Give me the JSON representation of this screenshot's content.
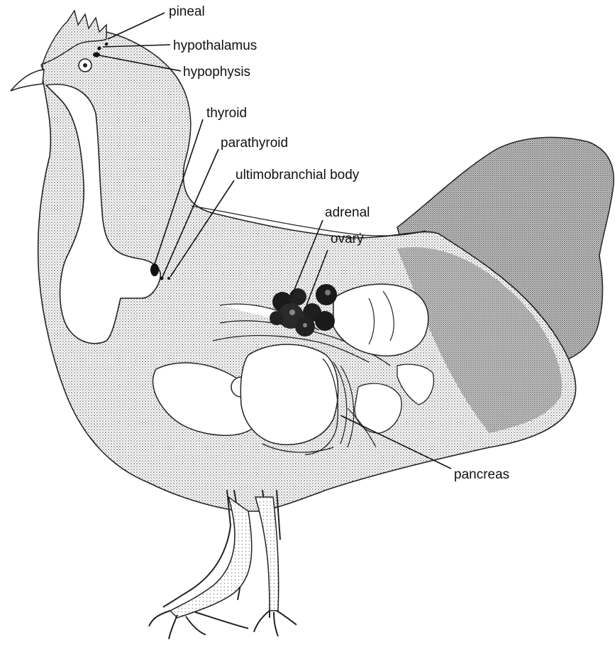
{
  "labels": {
    "pineal": "pineal",
    "hypothalamus": "hypothalamus",
    "hypophysis": "hypophysis",
    "thyroid": "thyroid",
    "parathyroid": "parathyroid",
    "ultimobranchial_body": "ultimobranchial body",
    "adrenal": "adrenal",
    "ovary": "ovarẏ",
    "pancreas": "pancreas"
  },
  "colors": {
    "ink": "#111111",
    "stipple": "#8a8a8a",
    "background": "#ffffff"
  }
}
